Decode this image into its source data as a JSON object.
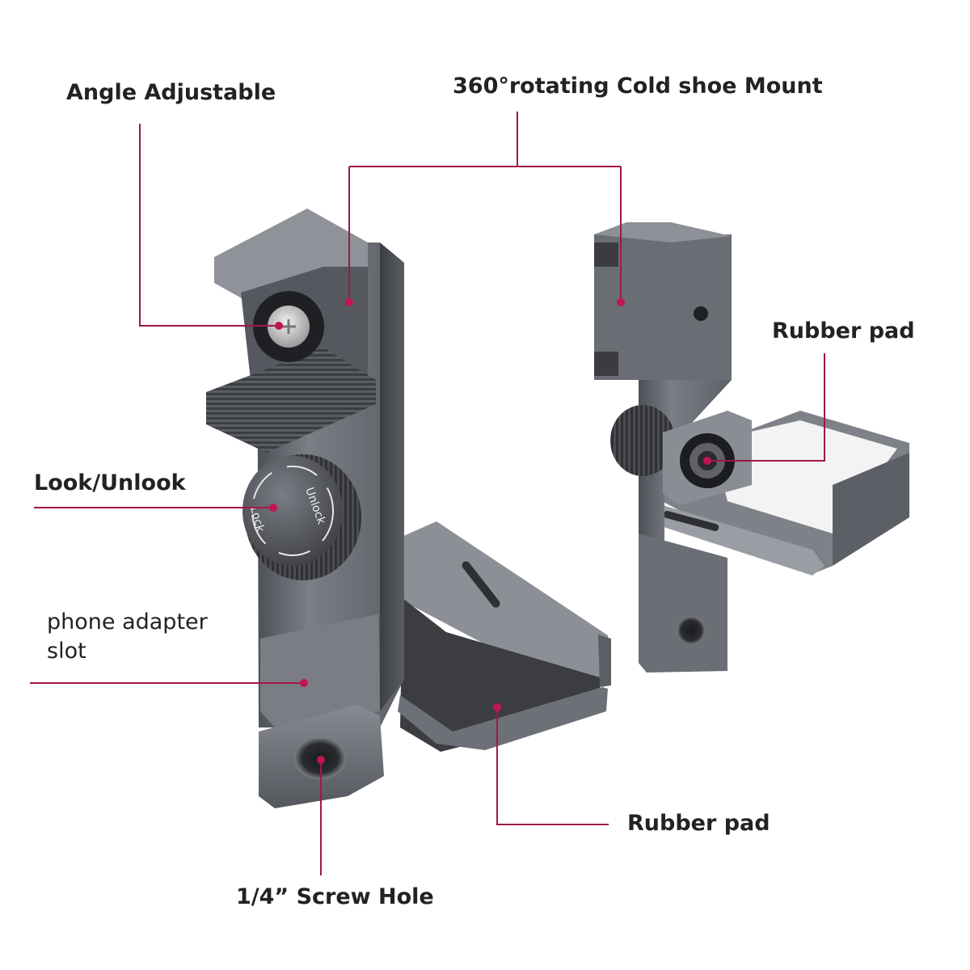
{
  "colors": {
    "leader_line": "#a01848",
    "marker_dot": "#c21651",
    "metal_light": "#8a8d94",
    "metal_mid": "#6b6e75",
    "metal_dark": "#45474d",
    "rubber": "#3a3c40"
  },
  "callouts": {
    "angle_adjustable": "Angle Adjustable",
    "cold_shoe_mount": "360°rotating Cold shoe Mount",
    "rubber_pad_right": "Rubber pad",
    "lock_unlock": "Look/Unlook",
    "phone_adapter_slot_line1": "phone adapter",
    "phone_adapter_slot_line2": "slot",
    "rubber_pad_bottom": "Rubber pad",
    "screw_hole": "1/4”  Screw Hole"
  },
  "knob_text": {
    "lock": "Lock",
    "unlock": "Unlock"
  }
}
